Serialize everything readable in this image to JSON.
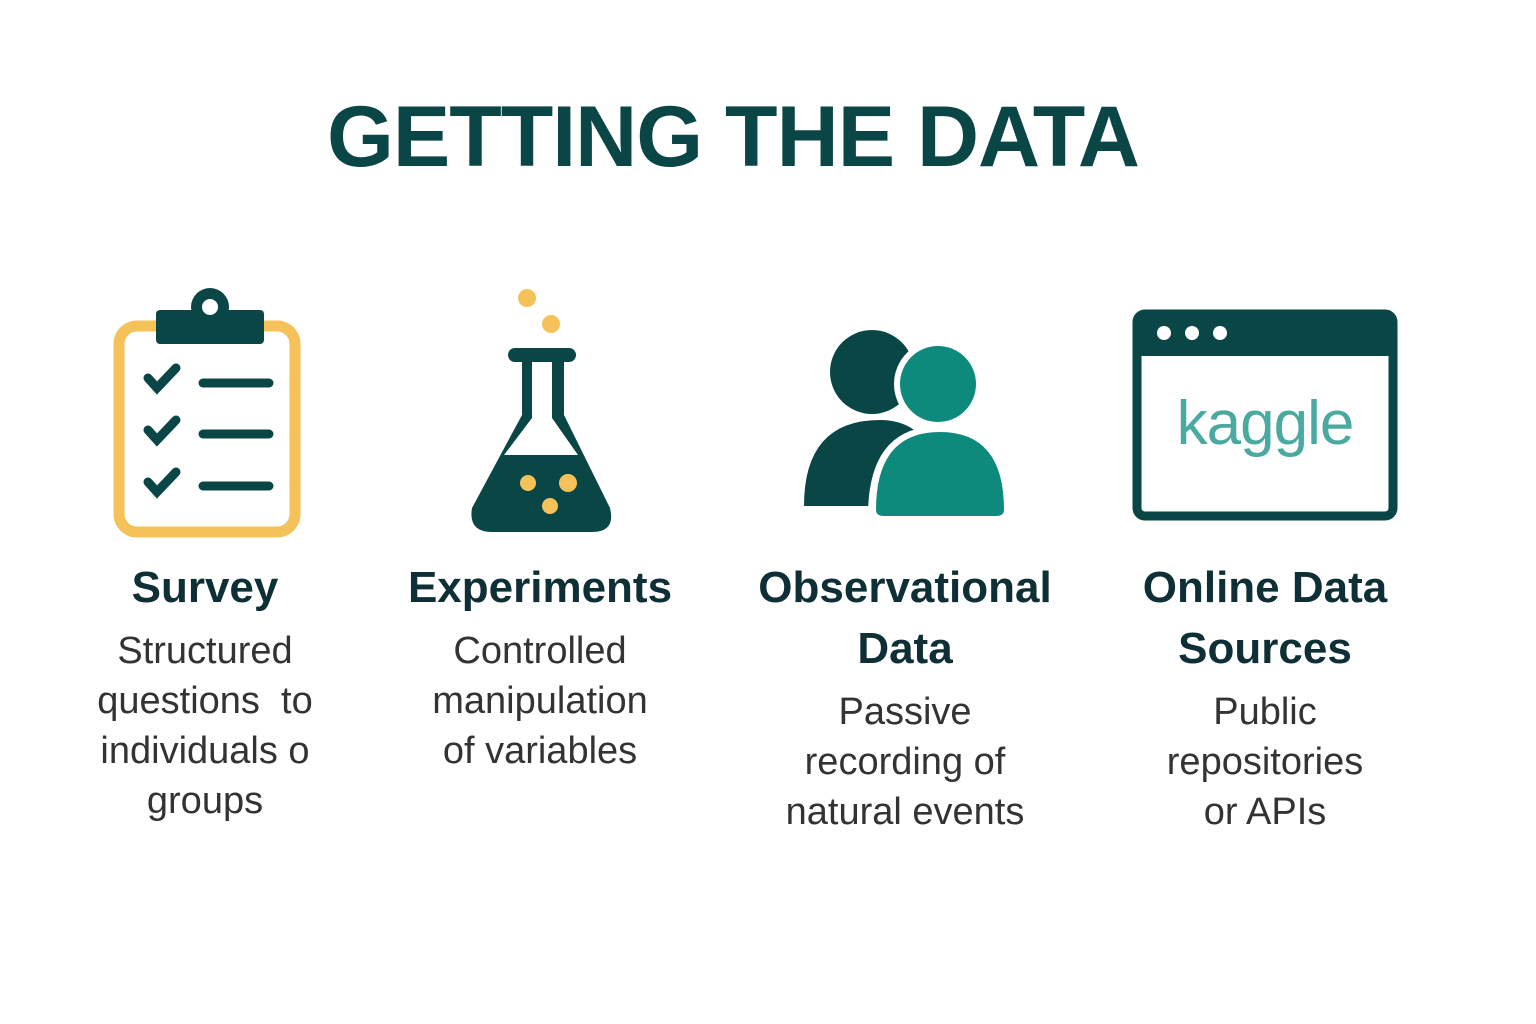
{
  "title": "GETTING THE DATA",
  "colors": {
    "dark": "#0b4646",
    "teal": "#0e8a7c",
    "yellow": "#f5c25a",
    "kaggle": "#4aa9a0"
  },
  "items": [
    {
      "icon": "clipboard-checklist-icon",
      "heading": [
        "Survey"
      ],
      "desc": [
        "Structured",
        "questions  to",
        "individuals o",
        "groups"
      ]
    },
    {
      "icon": "flask-icon",
      "heading": [
        "Experiments"
      ],
      "desc": [
        "Controlled",
        "manipulation",
        "of variables"
      ]
    },
    {
      "icon": "people-icon",
      "heading": [
        "Observational",
        "Data"
      ],
      "desc": [
        "Passive",
        "recording of",
        "natural events"
      ]
    },
    {
      "icon": "browser-window-icon",
      "logo_text": "kaggle",
      "heading": [
        "Online Data",
        "Sources"
      ],
      "desc": [
        "Public",
        "repositories",
        "or APIs"
      ]
    }
  ]
}
